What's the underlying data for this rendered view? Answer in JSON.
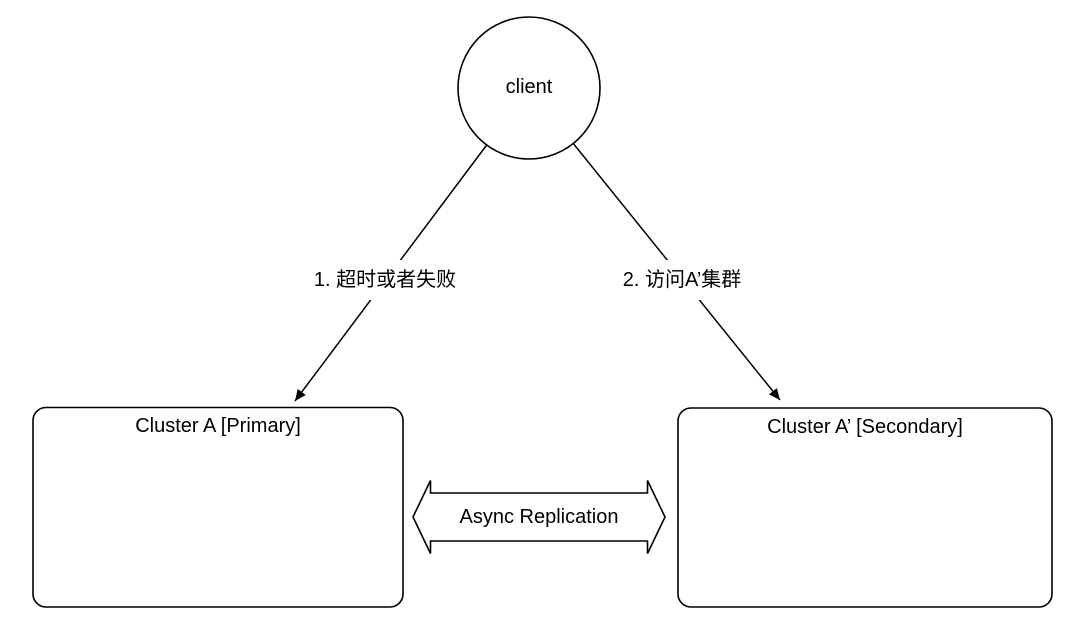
{
  "diagram": {
    "client_node": {
      "label": "client"
    },
    "edges": [
      {
        "label": "1. 超时或者失败"
      },
      {
        "label": "2. 访问A’集群"
      }
    ],
    "clusters": [
      {
        "title": "Cluster A [Primary]"
      },
      {
        "title": "Cluster A’ [Secondary]"
      }
    ],
    "replication": {
      "label": "Async Replication"
    },
    "colors": {
      "stroke": "#000000",
      "background": "#ffffff",
      "text": "#000000"
    }
  }
}
